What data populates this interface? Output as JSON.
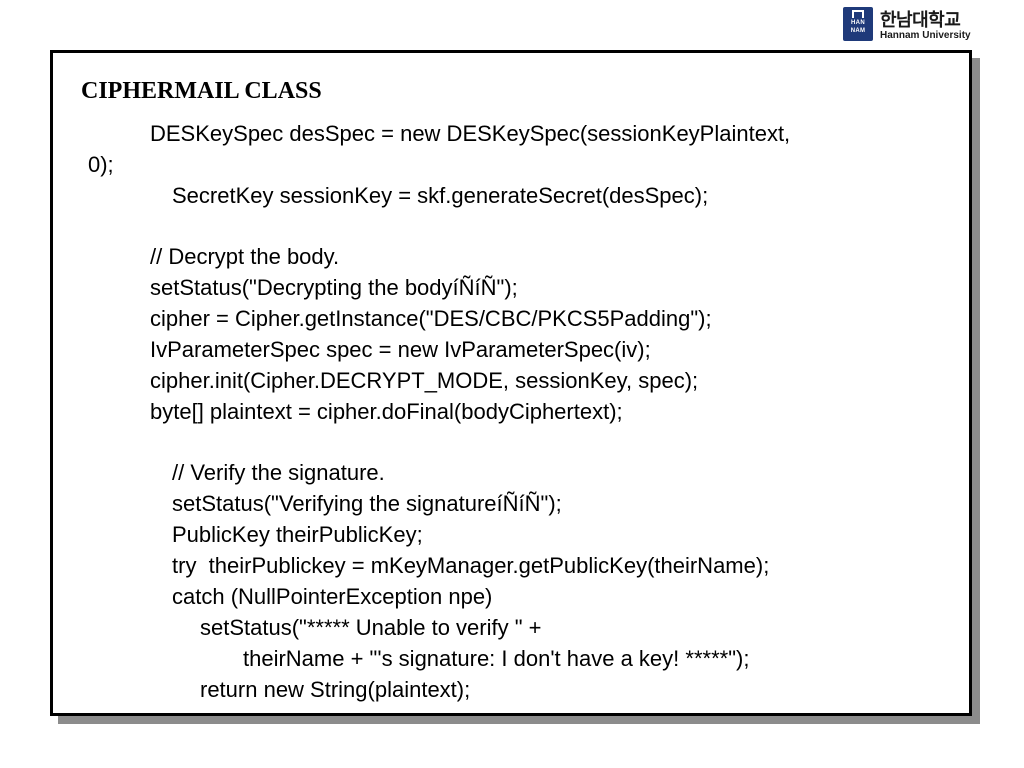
{
  "logo": {
    "korean_name": "한남대학교",
    "english_name": "Hannam University",
    "mark_text": [
      "HAN",
      "NAM"
    ]
  },
  "slide": {
    "title": "CIPHERMAIL CLASS",
    "code_lines": [
      "DESKeySpec desSpec = new DESKeySpec(sessionKeyPlaintext,",
      "0);",
      "SecretKey sessionKey = skf.generateSecret(desSpec);",
      "// Decrypt the body.",
      "setStatus(\"Decrypting the bodyíÑíÑ\");",
      "cipher = Cipher.getInstance(\"DES/CBC/PKCS5Padding\");",
      "IvParameterSpec spec = new IvParameterSpec(iv);",
      "cipher.init(Cipher.DECRYPT_MODE, sessionKey, spec);",
      "byte[] plaintext = cipher.doFinal(bodyCiphertext);",
      "// Verify the signature.",
      "setStatus(\"Verifying the signatureíÑíÑ\");",
      "PublicKey theirPublicKey;",
      "try  theirPublickey = mKeyManager.getPublicKey(theirName);",
      "catch (NullPointerException npe)",
      "setStatus(\"***** Unable to verify \" +",
      "theirName + \"'s signature: I don't have a key! *****\");",
      "return new String(plaintext);"
    ]
  },
  "colors": {
    "frame_border": "#000000",
    "shadow": "#8c8c8c",
    "logo_mark": "#1f3a7a"
  }
}
